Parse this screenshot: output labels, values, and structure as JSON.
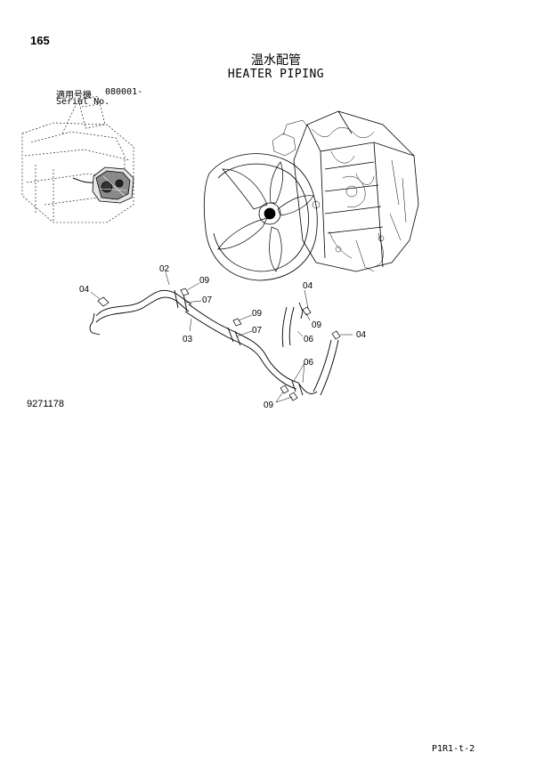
{
  "page": {
    "number": "165",
    "code": "P1R1-t-2"
  },
  "title": {
    "japanese": "温水配管",
    "english": "HEATER PIPING"
  },
  "serial": {
    "label_jp": "適用号機",
    "value": "080001-",
    "label_en": "Serial No."
  },
  "drawing_number": "9271178",
  "callouts": {
    "c02": "02",
    "c03": "03",
    "c04a": "04",
    "c04b": "04",
    "c04c": "04",
    "c06a": "06",
    "c06b": "06",
    "c07a": "07",
    "c07b": "07",
    "c09a": "09",
    "c09b": "09",
    "c09c": "09",
    "c09d": "09"
  }
}
